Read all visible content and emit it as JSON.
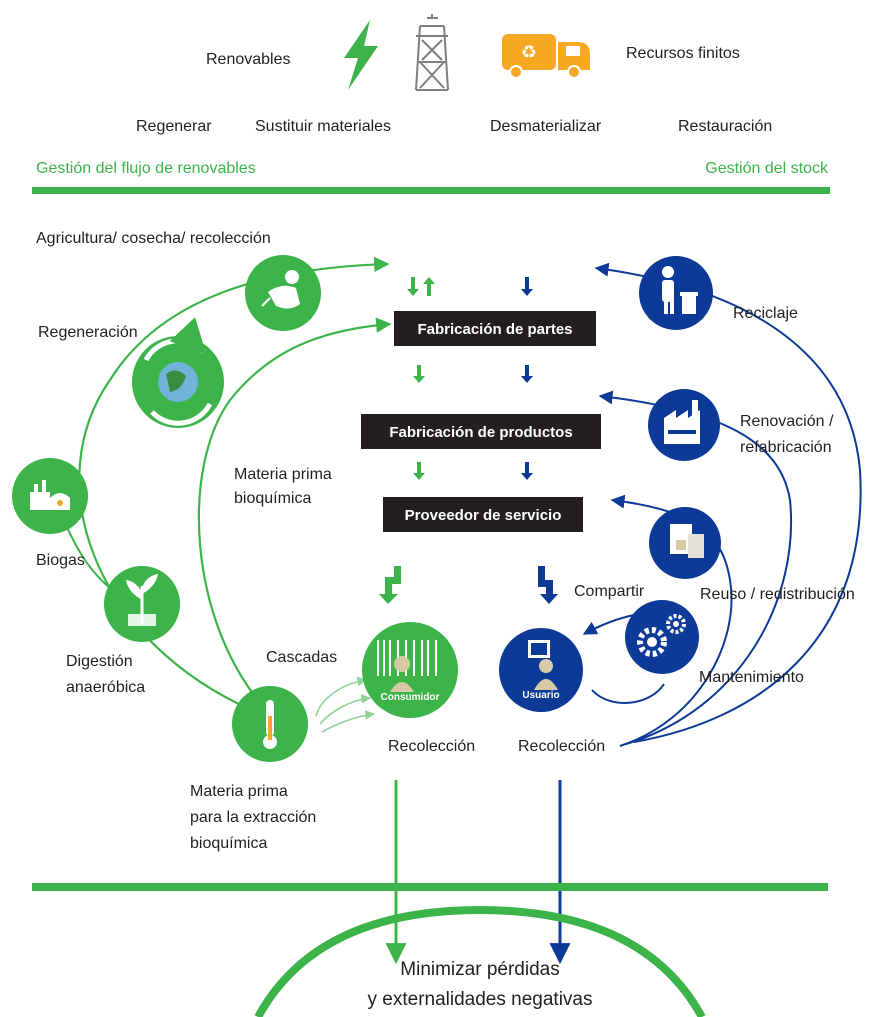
{
  "colors": {
    "green": "#3cb44a",
    "blue": "#0d3a96",
    "orange": "#f7a823",
    "dark_box": "#231f20",
    "gray": "#6d6e71"
  },
  "top": {
    "renovables": "Renovables",
    "recursos_finitos": "Recursos finitos",
    "regenerar": "Regenerar",
    "sustituir": "Sustituir materiales",
    "desmaterializar": "Desmaterializar",
    "restauracion": "Restauración",
    "gestion_renovables": "Gestión del flujo de renovables",
    "gestion_stock": "Gestión del stock"
  },
  "left": {
    "agricultura": "Agricultura/ cosecha/ recolección",
    "regeneracion": "Regeneración",
    "biogas": "Biogas",
    "digestion_1": "Digestión",
    "digestion_2": "anaeróbica",
    "materia_prima_bioq_1": "Materia prima",
    "materia_prima_bioq_2": "bioquímica",
    "cascadas": "Cascadas",
    "materia_extraccion_1": "Materia prima",
    "materia_extraccion_2": "para la extracción",
    "materia_extraccion_3": "bioquímica",
    "recoleccion_green": "Recolección"
  },
  "center": {
    "fabricacion_partes": "Fabricación de partes",
    "fabricacion_productos": "Fabricación de productos",
    "proveedor_servicio": "Proveedor de servicio",
    "consumidor": "Consumidor",
    "usuario": "Usuario"
  },
  "right": {
    "reciclaje": "Reciclaje",
    "renovacion_1": "Renovación /",
    "renovacion_2": "refabricación",
    "compartir": "Compartir",
    "reuso": "Reuso / redistribución",
    "mantenimiento": "Mantenimiento",
    "recoleccion_blue": "Recolección"
  },
  "bottom": {
    "minimizar_1": "Minimizar pérdidas",
    "minimizar_2": "y externalidades negativas"
  },
  "icons": [
    "lightning-bolt-icon",
    "power-tower-icon",
    "recycling-truck-icon",
    "farmer-harvest-icon",
    "globe-regeneration-icon",
    "biogas-plant-icon",
    "plant-sprout-icon",
    "thermometer-icon",
    "person-recycling-icon",
    "factory-icon",
    "boxes-icon",
    "gears-icon",
    "consumer-barcode-icon",
    "user-computer-icon"
  ]
}
